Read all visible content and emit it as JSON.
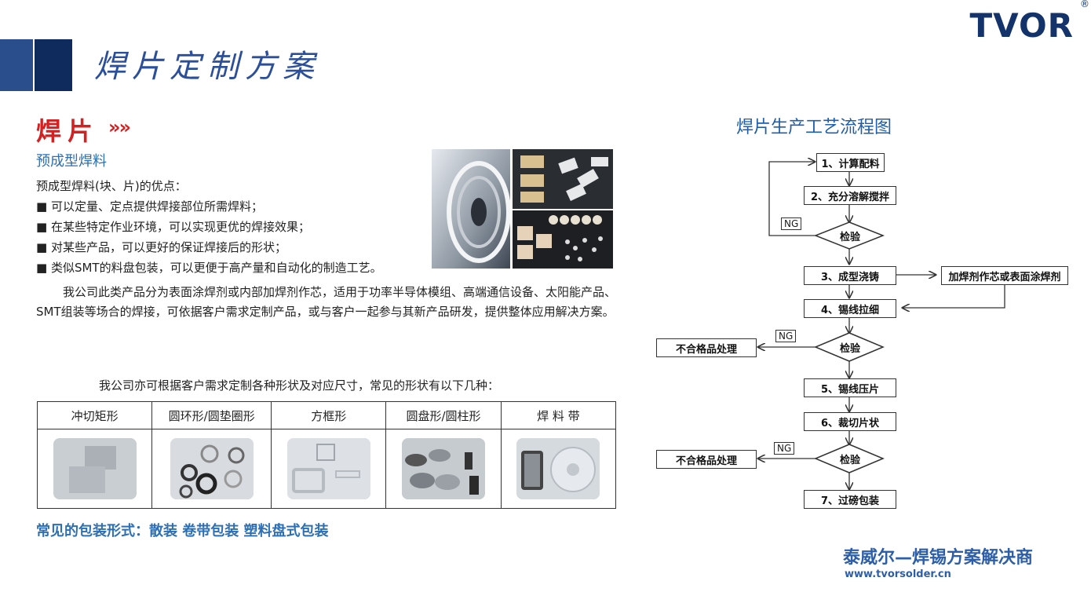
{
  "header": {
    "title": "焊片定制方案",
    "logo": "TVOR",
    "reg_mark": "®"
  },
  "section": {
    "title": "焊片",
    "arrows": "»»",
    "subtitle": "预成型焊料",
    "advantages_title": "预成型焊料(块、片)的优点：",
    "bullets": [
      "■ 可以定量、定点提供焊接部位所需焊料；",
      "■ 在某些特定作业环境，可以实现更优的焊接效果；",
      "■ 对某些产品，可以更好的保证焊接后的形状；",
      "■ 类似SMT的料盘包装，可以更便于高产量和自动化的制造工艺。"
    ],
    "paragraph": "我公司此类产品分为表面涂焊剂或内部加焊剂作芯，适用于功率半导体模组、高端通信设备、太阳能产品、SMT组装等场合的焊接，可依据客户需求定制产品，或与客户一起参与其新产品研发，提供整体应用解决方案。",
    "shape_intro": "我公司亦可根据客户需求定制各种形状及对应尺寸，常见的形状有以下几种：",
    "shapes": [
      "冲切矩形",
      "圆环形/圆垫圈形",
      "方框形",
      "圆盘形/圆柱形",
      "焊 料 带"
    ],
    "packaging": "常见的包装形式：散装  卷带包装  塑料盘式包装"
  },
  "flow": {
    "title": "焊片生产工艺流程图",
    "steps": [
      "1、计算配料",
      "2、充分溶解搅拌",
      "3、成型浇铸",
      "4、锡线拉细",
      "5、锡线压片",
      "6、裁切片状",
      "7、过磅包装"
    ],
    "check": "检验",
    "ng": "NG",
    "side_process": "加焊剂作芯或表面涂焊剂",
    "reject": "不合格品处理"
  },
  "footer": {
    "brand": "泰威尔—焊锡方案解决商",
    "url": "www.tvorsolder.cn"
  },
  "colors": {
    "title_blue": "#2b4f9a",
    "accent_red": "#d42020",
    "link_blue": "#2d6fb4",
    "logo_navy": "#14336b"
  }
}
